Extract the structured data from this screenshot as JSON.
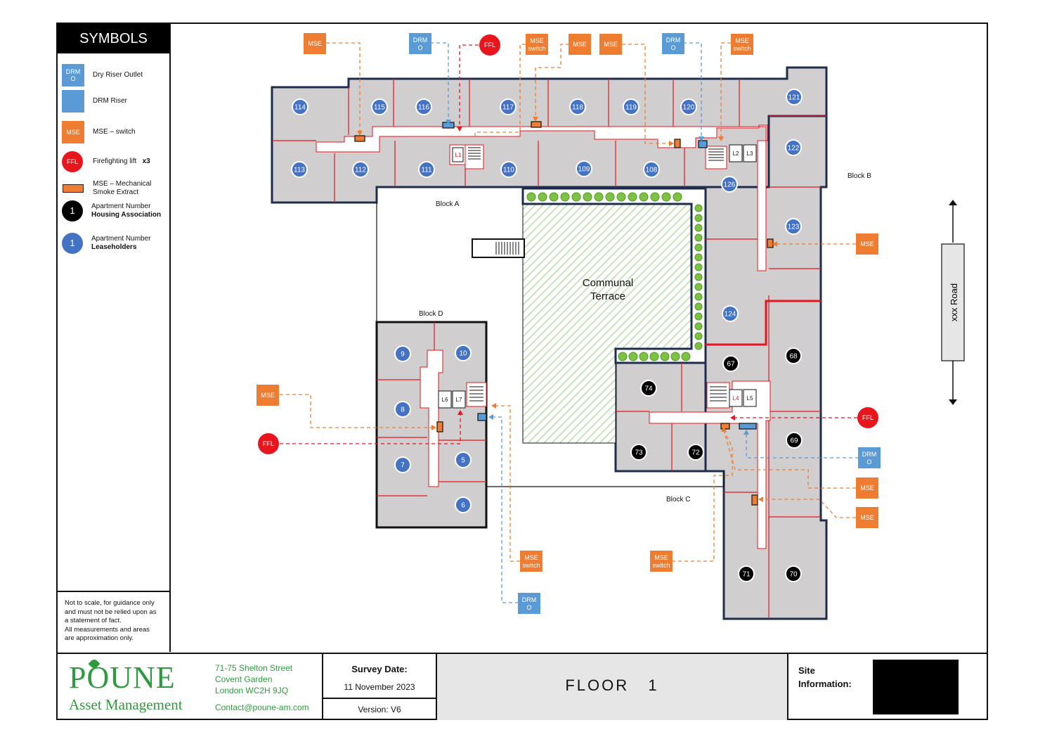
{
  "legend": {
    "title": "SYMBOLS",
    "items": [
      {
        "symbol": "DRM\nO",
        "label": "Dry Riser Outlet",
        "label2": ""
      },
      {
        "symbol": "",
        "label": "DRM Riser",
        "label2": ""
      },
      {
        "symbol": "MSE",
        "label": "MSE – switch",
        "label2": ""
      },
      {
        "symbol": "FFL",
        "label": "Firefighting lift",
        "label2": "x3"
      },
      {
        "symbol": "",
        "label": "MSE – Mechanical",
        "label2": "Smoke Extract"
      },
      {
        "symbol": "1",
        "label": "Apartment Number",
        "label2": "Housing Association"
      },
      {
        "symbol": "1",
        "label": "Apartment Number",
        "label2": "Leaseholders"
      }
    ],
    "note": [
      "Not to scale, for guidance only",
      "and must not be relied upon as",
      "a statement of fact.",
      "All measurements and areas",
      "are approximation only."
    ]
  },
  "plan": {
    "blocks": {
      "a": "Block A",
      "b": "Block B",
      "c": "Block C",
      "d": "Block D"
    },
    "terrace": [
      "Communal",
      "Terrace"
    ],
    "road": "xxx Road",
    "leaseholder_units": [
      "114",
      "115",
      "116",
      "117",
      "118",
      "119",
      "120",
      "121",
      "113",
      "112",
      "111",
      "110",
      "109",
      "108",
      "122",
      "126",
      "123",
      "124",
      "9",
      "10",
      "8",
      "7",
      "5",
      "6"
    ],
    "ha_units": [
      "67",
      "68",
      "74",
      "73",
      "72",
      "69",
      "71",
      "70"
    ],
    "lifts": [
      "L1",
      "L2",
      "L3",
      "L4",
      "L5",
      "L6",
      "L7"
    ],
    "tags": {
      "mse": "MSE",
      "mse_switch": [
        "MSE",
        "switch"
      ],
      "drm": [
        "DRM",
        "O"
      ],
      "ffl": "FFL"
    }
  },
  "titleblock": {
    "logo_main": "POUNE",
    "logo_sub": "Asset Management",
    "address": [
      "71-75 Shelton Street",
      "Covent Garden",
      "London WC2H 9JQ"
    ],
    "contact": "Contact@poune-am.com",
    "survey_label": "Survey Date:",
    "survey_date": "11 November 2023",
    "version": "Version:  V6",
    "floor": "FLOOR   1",
    "site_label": [
      "Site",
      "Information:"
    ]
  },
  "colors": {
    "mse": "#ef7d31",
    "drm": "#5b9bd5",
    "ffl": "#e8161c",
    "leaseholder": "#4472c4",
    "ha": "#000000",
    "wall": "#1f2d4d",
    "flat": "#d0cece",
    "partition": "#e8161c"
  }
}
